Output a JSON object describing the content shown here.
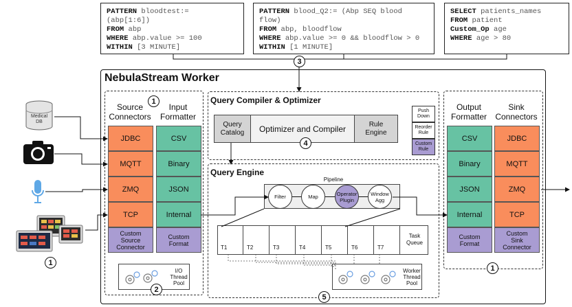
{
  "queries": [
    {
      "lines": [
        {
          "kw": "PATTERN",
          "text": " bloodtest:="
        },
        {
          "kw": "",
          "text": "(abp[1:6])"
        },
        {
          "kw": "FROM",
          "text": " abp"
        },
        {
          "kw": "WHERE",
          "text": " abp.value >= 100"
        },
        {
          "kw": "WITHIN",
          "text": " [3 MINUTE]"
        }
      ]
    },
    {
      "lines": [
        {
          "kw": "PATTERN",
          "text": " blood_Q2:= (Abp SEQ blood"
        },
        {
          "kw": "",
          "text": "flow)"
        },
        {
          "kw": "FROM",
          "text": " abp, bloodflow"
        },
        {
          "kw": "WHERE",
          "text": " abp.value >= 0 && bloodflow > 0"
        },
        {
          "kw": "WITHIN",
          "text": " [1 MINUTE]"
        }
      ]
    },
    {
      "lines": [
        {
          "kw": "SELECT",
          "text": " patients_names"
        },
        {
          "kw": "FROM",
          "text": " patient"
        },
        {
          "kw": "Custom_Op",
          "text": " age"
        },
        {
          "kw": "WHERE",
          "text": " age > 80"
        }
      ]
    }
  ],
  "worker": {
    "title": "NebulaStream Worker"
  },
  "source_connectors": {
    "title": "Source\nConnectors",
    "items": [
      "JDBC",
      "MQTT",
      "ZMQ",
      "TCP",
      "Custom\nSource\nConnector"
    ]
  },
  "input_formatter": {
    "title": "Input\nFormatter",
    "items": [
      "CSV",
      "Binary",
      "JSON",
      "Internal",
      "Custom\nFormat"
    ]
  },
  "io_pool": {
    "label": "I/O\nThread\nPool"
  },
  "compiler": {
    "title": "Query Compiler & Optimizer",
    "catalog": "Query\nCatalog",
    "optimizer": "Optimizer and Compiler",
    "rule_engine": "Rule\nEngine",
    "rules": [
      "Push\nDown",
      "Reorder\nRule",
      "Custom\nRule"
    ]
  },
  "engine": {
    "title": "Query Engine",
    "pipeline_label": "Pipeline",
    "operators": [
      "Filter",
      "Map",
      "Operator\nPlugin",
      "Window\nAgg"
    ],
    "tasks": [
      "T1",
      "T2",
      "T3",
      "T4",
      "T5",
      "T6",
      "T7"
    ],
    "task_queue_label": "Task\nQueue",
    "worker_pool_label": "Worker\nThread\nPool"
  },
  "output_formatter": {
    "title": "Output\nFormatter",
    "items": [
      "CSV",
      "Binary",
      "JSON",
      "Internal",
      "Custom\nFormat"
    ]
  },
  "sink_connectors": {
    "title": "Sink\nConnectors",
    "items": [
      "JDBC",
      "MQTT",
      "ZMQ",
      "TCP",
      "Custom\nSink\nConnector"
    ]
  },
  "sources": {
    "medical_db": "Medical\nDB"
  },
  "markers": {
    "one": "1",
    "two": "2",
    "three": "3",
    "four": "4",
    "five": "5"
  },
  "colors": {
    "connector": "#f98d5c",
    "formatter": "#67c2a3",
    "custom": "#a99cd2"
  }
}
